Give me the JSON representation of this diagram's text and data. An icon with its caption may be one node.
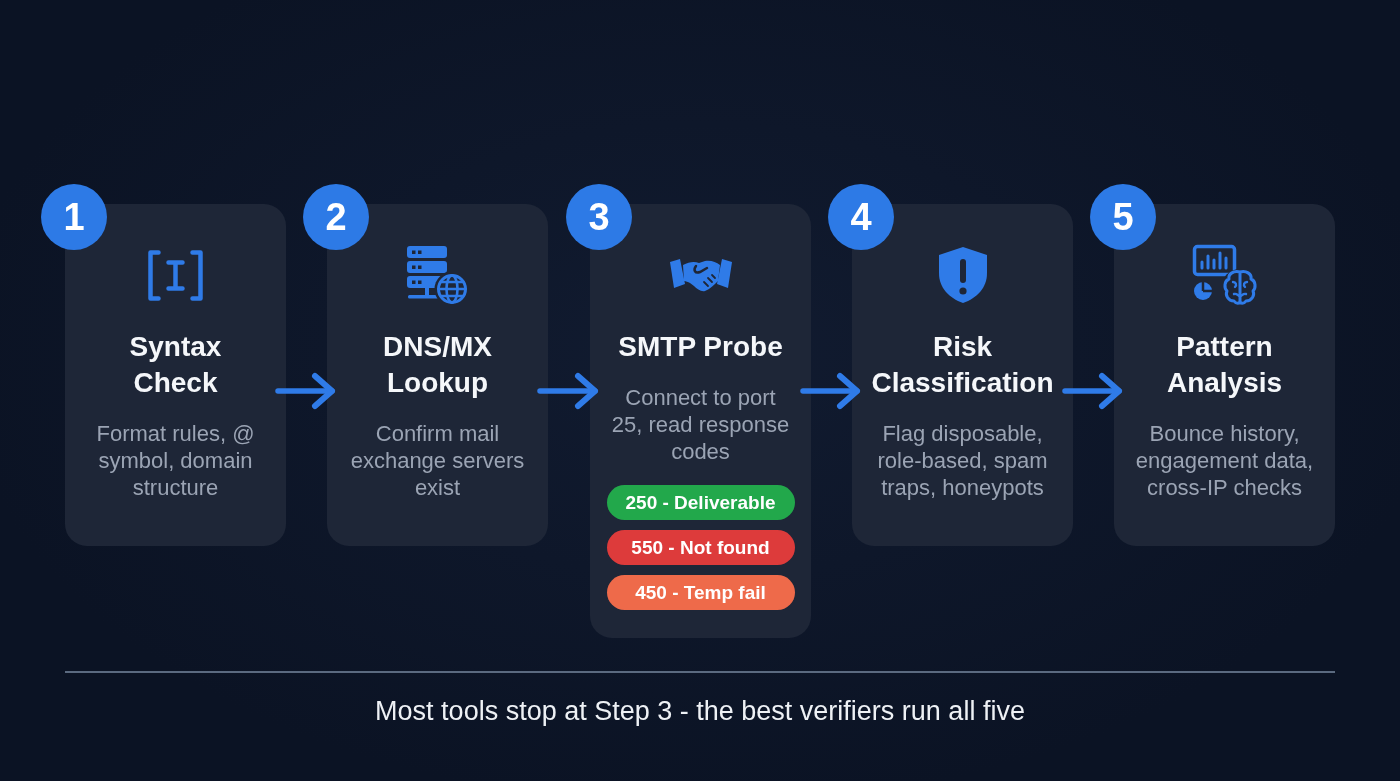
{
  "diagram": {
    "caption": "Most tools stop at Step 3 - the best verifiers run all five",
    "nodes": [
      {
        "text": [
          "1"
        ]
      },
      {
        "text": [
          "Syntax Check",
          "Format rules, @ symbol, domain structure"
        ]
      },
      {
        "text": [
          "2"
        ]
      },
      {
        "text": [
          "DNS/MX Lookup",
          "Confirm mail exchange servers exist"
        ]
      },
      {
        "text": [
          "3"
        ]
      },
      {
        "text": [
          "SMTP Probe",
          "Connect to port 25, read response codes"
        ]
      },
      {
        "text": [
          "250 - Deliverable"
        ],
        "in": 5
      },
      {
        "text": [
          "550 - Not found"
        ],
        "in": 5
      },
      {
        "text": [
          "450 - Temp fail"
        ],
        "in": 5
      },
      {
        "text": [
          "4"
        ]
      },
      {
        "text": [
          "Risk Classification",
          "Flag disposable, role-based, spam traps, honeypots"
        ]
      },
      {
        "text": [
          "5"
        ]
      },
      {
        "text": [
          "Pattern Analysis",
          "Bounce history, engagement data, cross-IP checks"
        ]
      }
    ],
    "edges": [
      {
        "from": 1,
        "to": 3,
        "arrow": "to"
      },
      {
        "from": 3,
        "to": 5,
        "arrow": "to"
      },
      {
        "from": 5,
        "to": 10,
        "arrow": "to"
      },
      {
        "from": 10,
        "to": 12,
        "arrow": "to"
      }
    ]
  }
}
